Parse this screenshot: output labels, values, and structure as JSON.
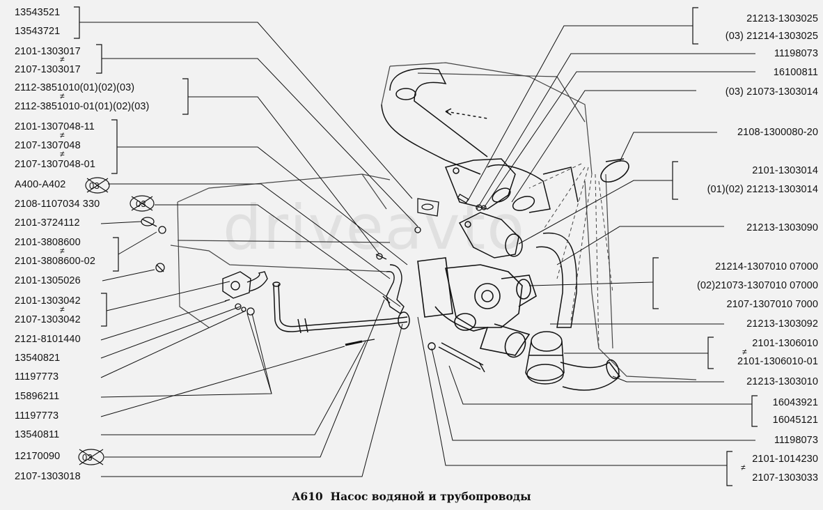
{
  "watermark": "driveavto",
  "caption": {
    "code": "A610",
    "title": "Насос водяной и трубопроводы"
  },
  "not_equal_sign": "≠",
  "left_labels": {
    "l1a": "13543521",
    "l1b": "13543721",
    "l2a": "2101-1303017",
    "l2b": "2107-1303017",
    "l3a": "2112-3851010(01)(02)(03)",
    "l3b": "2112-3851010-01(01)(02)(03)",
    "l4a": "2101-1307048-11",
    "l4b": "2107-1307048",
    "l4c": "2107-1307048-01",
    "l5": "А400-А402",
    "l6": "2108-1107034 330",
    "l7": "2101-3724112",
    "l8a": "2101-3808600",
    "l8b": "2101-3808600-02",
    "l9": "2101-1305026",
    "l10a": "2101-1303042",
    "l10b": "2107-1303042",
    "l11": "2121-8101440",
    "l12": "13540821",
    "l13": "11197773",
    "l14": "15896211",
    "l15": "11197773",
    "l16": "13540811",
    "l17": "12170090",
    "l18": "2107-1303018"
  },
  "right_labels": {
    "r1a": "21213-1303025",
    "r1b": "(03) 21214-1303025",
    "r2": "11198073",
    "r3": "16100811",
    "r4": "(03) 21073-1303014",
    "r5": "2108-1300080-20",
    "r6a": "2101-1303014",
    "r6b": "(01)(02) 21213-1303014",
    "r7": "21213-1303090",
    "r8a": "21214-1307010  07000",
    "r8b": "(02)21073-1307010  07000",
    "r8c": "2107-1307010    7000",
    "r9": "21213-1303092",
    "r10a": "2101-1306010",
    "r10b": "2101-1306010-01",
    "r11": "21213-1303010",
    "r12a": "16043921",
    "r12b": "16045121",
    "r13": "11198073",
    "r14a": "2101-1014230",
    "r14b": "2107-1303033"
  },
  "crossed_marks": {
    "m1": "03",
    "m2": "03",
    "m3": "03"
  }
}
